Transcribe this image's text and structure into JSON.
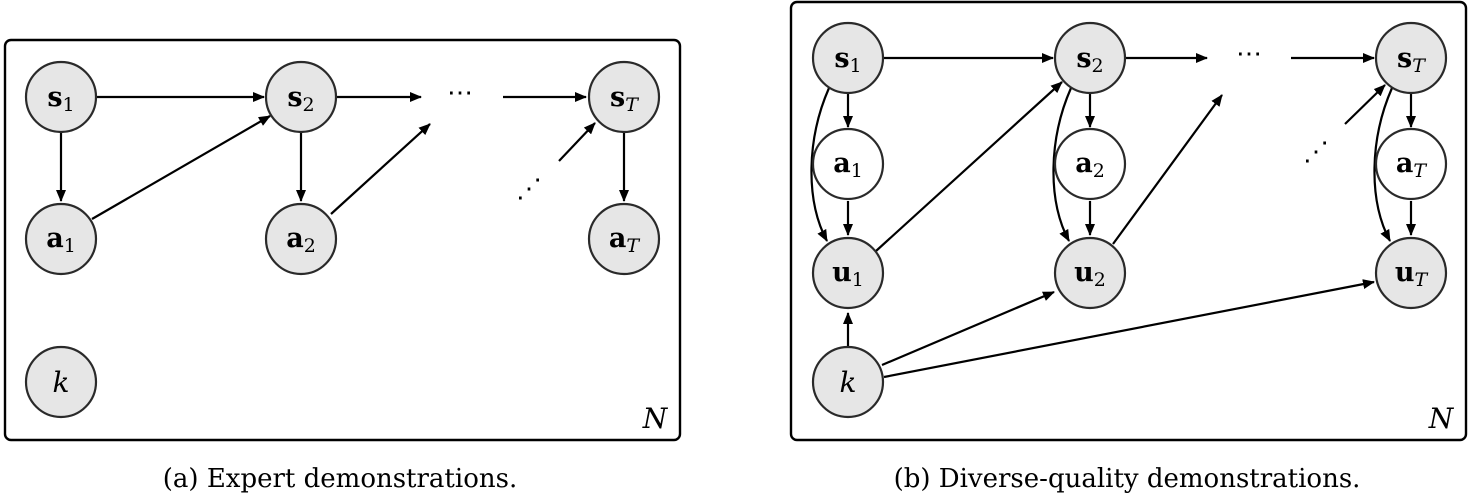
{
  "diagrams": [
    {
      "caption": "(a) Expert demonstrations.",
      "plate_label": "N",
      "nodes": [
        {
          "id": "s1",
          "base": "s",
          "sub": "1",
          "observed": true
        },
        {
          "id": "s2",
          "base": "s",
          "sub": "2",
          "observed": true
        },
        {
          "id": "sT",
          "base": "s",
          "sub": "T",
          "observed": true
        },
        {
          "id": "a1",
          "base": "a",
          "sub": "1",
          "observed": true
        },
        {
          "id": "a2",
          "base": "a",
          "sub": "2",
          "observed": true
        },
        {
          "id": "aT",
          "base": "a",
          "sub": "T",
          "observed": true
        },
        {
          "id": "k",
          "base": "k",
          "sub": "",
          "observed": true
        }
      ],
      "edges": [
        [
          "s1",
          "s2"
        ],
        [
          "s1",
          "a1"
        ],
        [
          "a1",
          "s2"
        ],
        [
          "s2",
          "a2"
        ],
        [
          "s2",
          "dots-top"
        ],
        [
          "a2",
          "dots-top"
        ],
        [
          "dots-top",
          "sT"
        ],
        [
          "dots-diag",
          "sT"
        ],
        [
          "sT",
          "aT"
        ]
      ],
      "ellipses": [
        "⋯",
        "⋰"
      ]
    },
    {
      "caption": "(b) Diverse-quality demonstrations.",
      "plate_label": "N",
      "nodes": [
        {
          "id": "s1",
          "base": "s",
          "sub": "1",
          "observed": true
        },
        {
          "id": "s2",
          "base": "s",
          "sub": "2",
          "observed": true
        },
        {
          "id": "sT",
          "base": "s",
          "sub": "T",
          "observed": true
        },
        {
          "id": "a1",
          "base": "a",
          "sub": "1",
          "observed": false
        },
        {
          "id": "a2",
          "base": "a",
          "sub": "2",
          "observed": false
        },
        {
          "id": "aT",
          "base": "a",
          "sub": "T",
          "observed": false
        },
        {
          "id": "u1",
          "base": "u",
          "sub": "1",
          "observed": true
        },
        {
          "id": "u2",
          "base": "u",
          "sub": "2",
          "observed": true
        },
        {
          "id": "uT",
          "base": "u",
          "sub": "T",
          "observed": true
        },
        {
          "id": "k",
          "base": "k",
          "sub": "",
          "observed": true
        }
      ],
      "edges": [
        [
          "s1",
          "s2"
        ],
        [
          "s2",
          "dots-top"
        ],
        [
          "dots-top",
          "sT"
        ],
        [
          "s1",
          "a1"
        ],
        [
          "a1",
          "u1"
        ],
        [
          "s1",
          "u1"
        ],
        [
          "s2",
          "a2"
        ],
        [
          "a2",
          "u2"
        ],
        [
          "s2",
          "u2"
        ],
        [
          "sT",
          "aT"
        ],
        [
          "aT",
          "uT"
        ],
        [
          "sT",
          "uT"
        ],
        [
          "u1",
          "s2"
        ],
        [
          "u2",
          "dots-top"
        ],
        [
          "dots-diag",
          "sT"
        ],
        [
          "k",
          "u1"
        ],
        [
          "k",
          "u2"
        ],
        [
          "k",
          "uT"
        ]
      ],
      "ellipses": [
        "⋯",
        "⋰"
      ]
    }
  ]
}
